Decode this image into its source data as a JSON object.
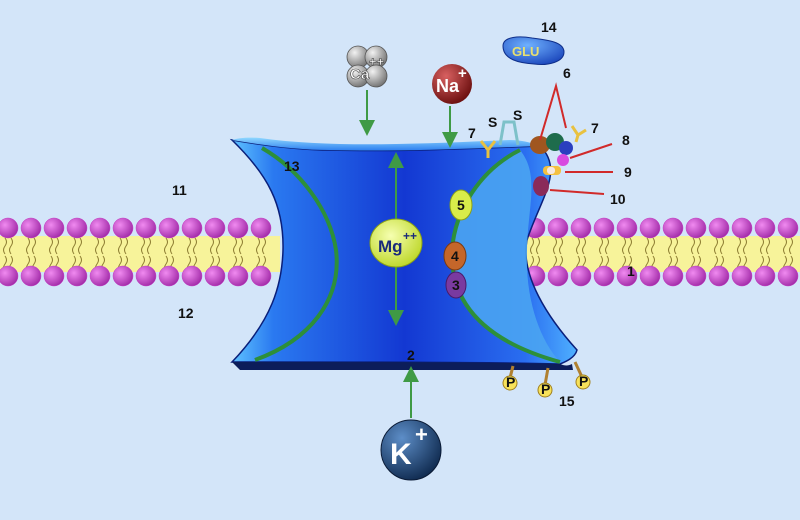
{
  "ions": {
    "calcium": {
      "symbol": "Ca",
      "charge": "++"
    },
    "sodium": {
      "symbol": "Na",
      "charge": "+"
    },
    "potassium": {
      "symbol": "K",
      "charge": "+"
    },
    "magnesium": {
      "symbol": "Mg",
      "charge": "++"
    }
  },
  "glutamate": {
    "label": "GLU"
  },
  "disulfide": {
    "s1": "S",
    "s2": "S"
  },
  "phosphate": {
    "label": "P"
  },
  "sites": {
    "s3": "3",
    "s4": "4",
    "s5": "5"
  },
  "labels": [
    "1",
    "2",
    "6",
    "7",
    "7",
    "8",
    "9",
    "10",
    "11",
    "12",
    "13",
    "14",
    "15"
  ],
  "colors": {
    "background": "#d3e5f9",
    "lipid_head": "#c23fc4",
    "lipid_tail": "#f7f39a",
    "channel": "#1f4fe0",
    "channel_inner": "#2d9f3c",
    "arrow": "#3f9a45",
    "sodium": "#8c1a1a",
    "potassium": "#173b6a",
    "calcium": "#9a9a9a",
    "magnesium": "#d8ec4a",
    "glutamate": "#2b6bd8"
  }
}
